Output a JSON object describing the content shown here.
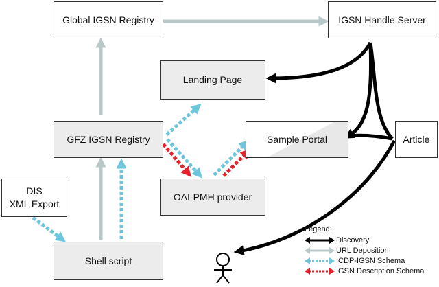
{
  "boxes": {
    "global_registry": "Global IGSN Registry",
    "handle_server": "IGSN Handle Server",
    "landing_page": "Landing Page",
    "gfz_registry": "GFZ IGSN Registry",
    "sample_portal": "Sample Portal",
    "article": "Article",
    "dis_export_line1": "DIS",
    "dis_export_line2": "XML Export",
    "oai_pmh": "OAI-PMH provider",
    "shell_script": "Shell script"
  },
  "legend": {
    "title": "Legend:",
    "items": [
      {
        "label": "Discovery",
        "color": "#000000",
        "style": "solid"
      },
      {
        "label": "URL Deposition",
        "color": "#b8c8c8",
        "style": "solid"
      },
      {
        "label": "ICDP-IGSN Schema",
        "color": "#6ec6dc",
        "style": "dotted"
      },
      {
        "label": "IGSN Description Schema",
        "color": "#e8202a",
        "style": "dotted"
      }
    ]
  },
  "colors": {
    "discovery": "#000000",
    "url_deposition": "#b8c8c8",
    "icdp_schema": "#6ec6dc",
    "igsn_description_schema": "#e8202a",
    "box_grey": "#ececec"
  },
  "icons": {
    "user": "stick-figure-icon"
  }
}
